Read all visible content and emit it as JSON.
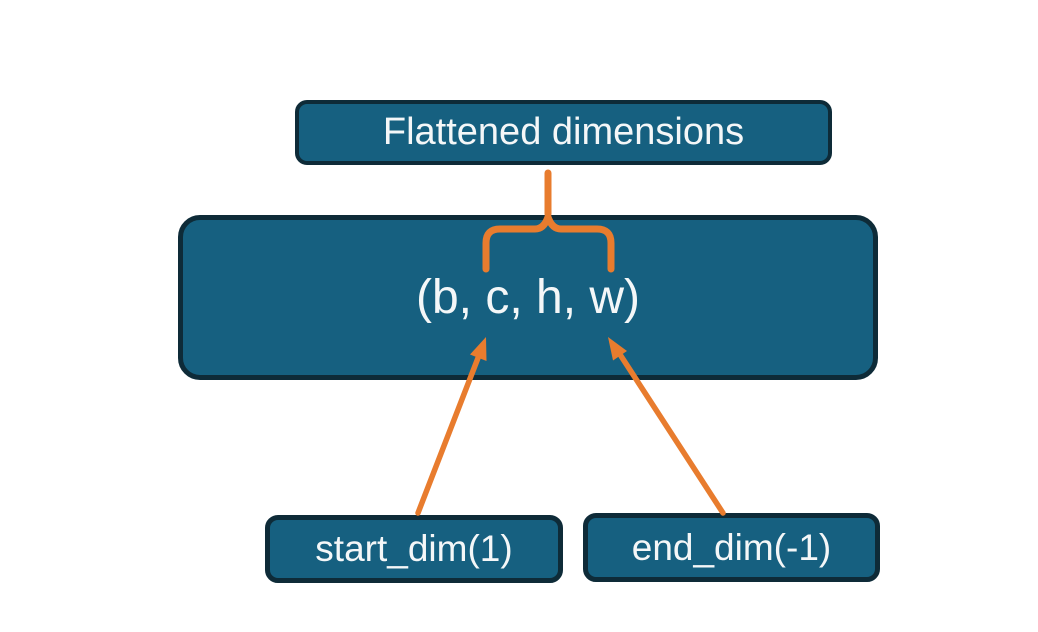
{
  "colors": {
    "background": "#ffffff",
    "node-fill": "#166080",
    "node-border": "#0e2b38",
    "accent-orange": "#e87c2e",
    "text-color": "#f4f7f8"
  },
  "diagram": {
    "title_box": {
      "label": "Flattened dimensions"
    },
    "tensor_box": {
      "label": "(b, c, h, w)"
    },
    "start_dim_box": {
      "label": "start_dim(1)"
    },
    "end_dim_box": {
      "label": "end_dim(-1)"
    }
  }
}
